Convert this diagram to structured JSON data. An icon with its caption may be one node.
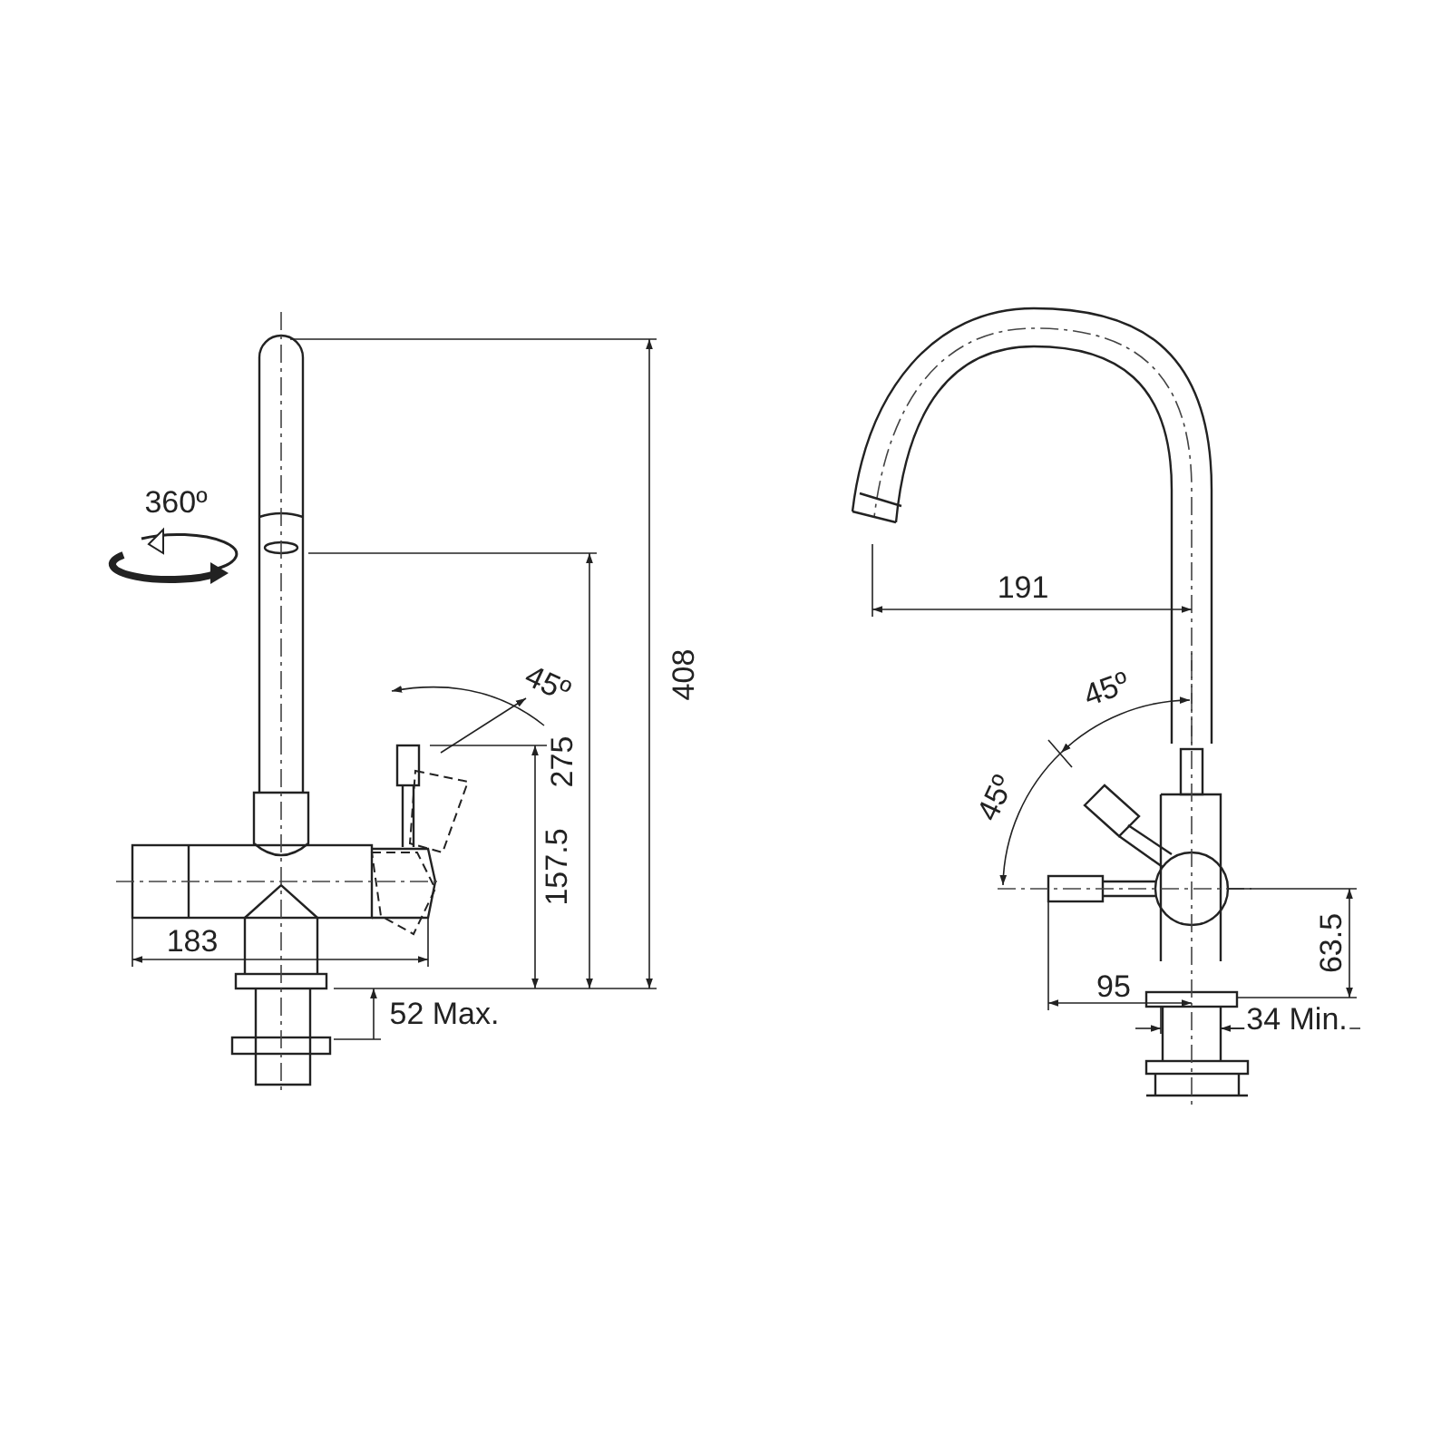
{
  "diagram": {
    "labels": [
      "360º",
      "45º",
      "408",
      "275",
      "157.5",
      "183",
      "52 Max.",
      "191",
      "45º",
      "45º",
      "63.5",
      "95",
      "34 Min."
    ]
  }
}
